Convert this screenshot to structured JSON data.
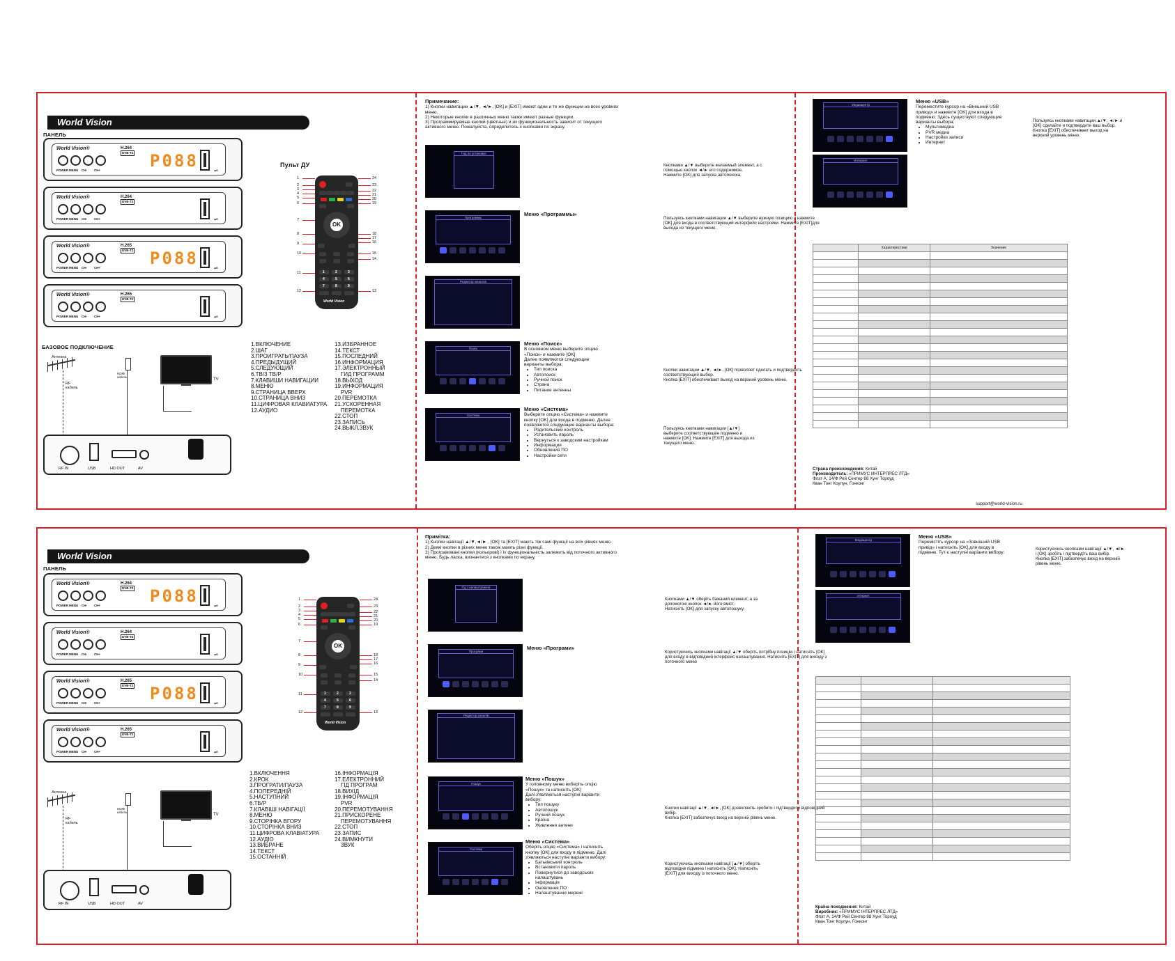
{
  "ru": {
    "brand": "World Vision",
    "panel_label": "ПАНЕЛЬ",
    "devices": [
      {
        "brand": "World Vision®",
        "codec1": "H.264",
        "codec2": "DVB-T2",
        "display": "P088"
      },
      {
        "brand": "World Vision®",
        "codec1": "H.264",
        "codec2": "DVB-T2",
        "display": ""
      },
      {
        "brand": "World Vision®",
        "codec1": "H.265",
        "codec2": "DVB-T2",
        "display": "P088"
      },
      {
        "brand": "World Vision®",
        "codec1": "H.265",
        "codec2": "DVB-T2",
        "display": ""
      }
    ],
    "device_buttons": [
      "POWER",
      "MENU",
      "CH-",
      "CH+"
    ],
    "remote_title": "Пульт ДУ",
    "remote_brand": "World Vision",
    "basic_connection": "БАЗОВОЕ ПОДКЛЮЧЕНИЕ",
    "antenna": "Антенна",
    "rf_cable": "RF кабель",
    "hdmi_cable": "HDMI кабель",
    "tv": "TV",
    "ports": [
      "RF IN",
      "USB",
      "HD OUT",
      "AV"
    ],
    "keys_left": "1.ВКЛЮЧЕНИЕ\n2.ШАГ\n3.ПРОИГРАТЬ/ПАУЗА\n4.ПРЕДЫДУЩИЙ\n5.СЛЕДУЮЩИЙ\n6.ТВ/3 ТВ/Р\n7.КЛАВИШИ НАВИГАЦИИ\n8.МЕНЮ\n9.СТРАНИЦА ВВЕРХ\n10.СТРАНИЦА ВНИЗ\n11.ЦИФРОВАЯ КЛАВИАТУРА\n12.АУДИО",
    "keys_right": "13.ИЗБРАННОЕ\n14.ТЕКСТ\n15.ПОСЛЕДНИЙ\n16.ИНФОРМАЦИЯ\n17.ЭЛЕКТРОННЫЙ\n    ГИД ПРОГРАММ\n18.ВЫХОД\n19.ИНФОРМАЦИЯ\n    PVR\n20.ПЕРЕМОТКА\n21.УСКОРЕННАЯ\n    ПЕРЕМОТКА\n22.СТОП\n23.ЗАПИСЬ\n24.ВЫКЛ.ЗВУК",
    "note_title": "Примечание:",
    "note_body": "1) Кнопки навигации ▲/▼, ◄/►, [OK] и [EXIT] имеют одни и те же функции на всех уровнях меню.\n2) Некоторые кнопки в различных меню также имеют разные функции.\n3) Программируемые кнопки (цветные) и их функциональность зависит от текущего активного меню. Пожалуйста, определитесь с кнопками по экрану.",
    "screens": {
      "guide": "Гид по установке",
      "programs": "Программы",
      "editor": "Редактор каналов",
      "search": "Поиск",
      "system": "Система",
      "media": "Медиацентр",
      "internet": "Интернет"
    },
    "guide_text": "Кнопками ▲/▼ выберите желаемый элемент, а с помощью кнопок ◄/► его содержимое.\nНажмите [OK] для запуска автопоиска.",
    "programs_title": "Меню «Программы»",
    "programs_text": "Пользуясь кнопками навигации ▲/▼ выберите нужную позицию и нажмите [OK] для входа в соответствующий интерфейс настройки. Нажмите [EXIT]для выхода из текущего меню.",
    "search_title": "Меню «Поиск»",
    "search_body": "В основном меню выберите опцию «Поиск» и нажмите [OK]\nДалее появляются следующие варианты выбора:",
    "search_items": [
      "Тип поиска",
      "Автопоиск",
      "Ручной поиск",
      "Страна",
      "Питание антенны"
    ],
    "search_text": "Кнопки навигации ▲/▼, ◄/►, [OK] позволяет сделать и подтвердить соответствующий выбор.\nКнопка [EXIT] обеспечивает выход на верхний уровень меню.",
    "system_title": "Меню «Система»",
    "system_body": "Выберите опцию «Система» и нажмите кнопку [OK] для входа в подменю. Далее появляются следующие варианты выбора:",
    "system_items": [
      "Родительский контроль",
      "Установить пароль",
      "Вернуться к заводским настройкам",
      "Информация",
      "Обновления ПО",
      "Настройки сети"
    ],
    "system_text": "Пользуясь кнопками навигации [▲/▼] выберите соответствующее подменю и нажмите [OK]. Нажмите [EXIT] для выхода из текущего меню.",
    "usb_title": "Меню «USB»",
    "usb_body": "Переместите курсор на «Внешний USB привод» и нажмите [OK] для входа в подменю. Здесь существуют следующие варианты выбора:",
    "usb_items": [
      "Мультимедиа",
      "PVR медиа",
      "Настройки записи",
      "Интернет"
    ],
    "usb_text": "Пользуясь кнопками навигации ▲/▼, ◄/► и [OK] сделайте и подтвердите ваш выбор.\nКнопка [EXIT] обеспечивает выход на верхний уровень меню.",
    "spec_headers": [
      "",
      "Характеристики",
      "Значение"
    ],
    "country_label": "Страна происхождения:",
    "country": "Китай",
    "maker_label": "Производитель:",
    "maker": "«ПРИМУС ИНТЕРПРЕС ЛТД»",
    "address": "Флэт А, 14/Ф Рей Сентер 88 Хунг Тороуд\nКван Тонг Коулун, Гонконг",
    "email": "support@world-vision.ru"
  },
  "ua": {
    "brand": "World Vision",
    "panel_label": "ПАНЕЛЬ",
    "remote_brand": "World Vision",
    "antenna": "Антенна",
    "rf_cable": "RF кабель",
    "hdmi_cable": "HDMI кабель",
    "tv": "TV",
    "ports": [
      "RF IN",
      "USB",
      "HD OUT",
      "AV"
    ],
    "keys_left": "1.ВКЛЮЧЕННЯ\n2.КРОК\n3.ПРОГРАТИ/ПАУЗА\n4.ПОПЕРЕДНІЙ\n5.НАСТУПНИЙ\n6.ТБ/Р\n7.КЛАВІШІ НАВІГАЦІЇ\n8.МЕНЮ\n9.СТОРІНКА ВГОРУ\n10.СТОРІНКА ВНИЗ\n11.ЦИФРОВА КЛАВІАТУРА\n12.АУДІО\n13.ВИБРАНЕ\n14.ТЕКСТ\n15.ОСТАННІЙ",
    "keys_right": "16.ІНФОРМАЦІЯ\n17.ЕЛЕКТРОННИЙ\n    ГІД ПРОГРАМ\n18.ВИХІД\n19.ІНФОРМАЦІЯ\n    PVR\n20.ПЕРЕМОТУВАННЯ\n21.ПРИСКОРЕНЕ\n    ПЕРЕМОТУВАННЯ\n22.СТОП\n23.ЗАПИС\n24.ВИМКНУТИ\n    ЗВУК",
    "note_title": "Примітка:",
    "note_body": "1) Кнопки навігації ▲/▼,◄/► , [OK] та [EXIT] мають тіж самі функції на всіх рівнях меню.\n2) Деякі кнопки в різних меню також мають різні функції.\n3) Програмовані кнопки (кольорові) і їх функціональність залежить від поточного активного меню. Будь ласка, визначтеся з кнопками по екрану.",
    "screens": {
      "guide": "Гід з налаштування",
      "programs": "Програми",
      "editor": "Редактор каналів",
      "search": "Пошук",
      "system": "Система",
      "media": "Медіацентр",
      "internet": "Інтернет"
    },
    "guide_text": "Кнопками ▲/▼ оберіть бажаний елемент, а за допомогою кнопок ◄/► його вміст.\nНатисніть [OK] для запуску автопошуку.",
    "programs_title": "Меню «Програми»",
    "programs_text": "Користуючись кнопками навігації ▲/▼ оберіть потрібну позицію і натисніть [OK] для входу в відповідний інтерфейс налаштування. Натисніть [EXIT] для виходу з поточного меню",
    "search_title": "Меню «Пошук»",
    "search_body": "У головному меню виберіть опцію «Пошук» та натисніть [OK]\nДалі з'являються наступні варіанти вибору:",
    "search_items": [
      "Тип пошуку",
      "Автопошук",
      "Ручний пошук",
      "Країна",
      "Живлення антени"
    ],
    "search_text": "Кнопки навігації ▲/▼, ◄/►, [OK] дозволяють зробити і підтвердити відповідний вибір.\nКнопка [EXIT] забезпечує вихід на верхній рівень меню.",
    "system_title": "Меню «Система»",
    "system_body": "Оберіть опцію «Система» і натисніть кнопку [OK] для входу в підменю. Далі з'являються наступні варіанти вибору:",
    "system_items": [
      "Батьківський контроль",
      "Встановити пароль",
      "Повернутися до заводських налаштувань",
      "Інформація",
      "Оновлення ПО",
      "Налаштування мережі"
    ],
    "system_text": "Користуючись кнопками навігації [▲/▼] оберіть відповідне підменю і натисніть [OK]. Натисніть [EXIT] для виходу із поточного меню.",
    "usb_title": "Меню «USB»",
    "usb_body": "Перемістіть курсор на «Зовнішній USB привід» і натисніть [OK] для входу в підменю. Тут є наступні варіанти вибору:",
    "usb_text": "Користуючись кнопками навігації ▲/▼, ◄/► і [OK] зробіть і підтвердіть ваш вибір.\nКнопка [EXIT] забезпечує вихід на верхній рівень меню.",
    "country_label": "Країна походження:",
    "country": "Китай",
    "maker_label": "Виробник:",
    "maker": "«ПРИМУС ІНТЕРПРЕС ЛТД»",
    "address": "Флэт А, 14/Ф Рей Сентер 88 Хунг Тороуд\nКван Тонг Коулун, Гонконг"
  },
  "colors": {
    "frame": "#d8202a",
    "display": "#f08a1a",
    "accent": "#4d5cff"
  },
  "icons": [
    "power-icon",
    "usb-icon",
    "ok-icon"
  ]
}
